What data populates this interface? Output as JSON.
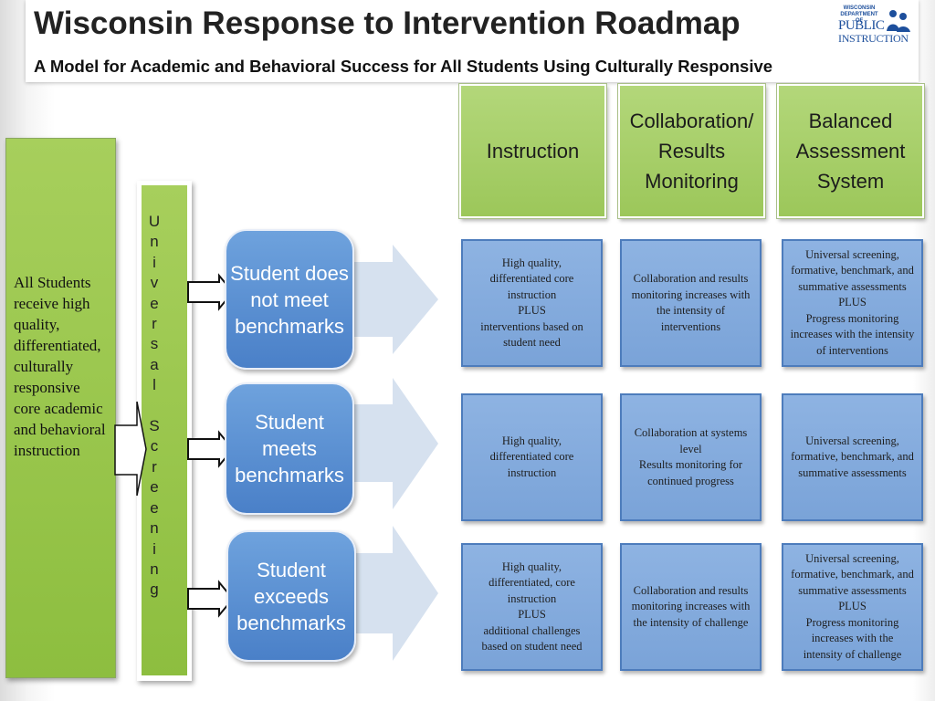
{
  "header": {
    "title": "Wisconsin Response to Intervention Roadmap",
    "subtitle": "A Model for Academic and Behavioral Success for All Students Using Culturally Responsive"
  },
  "logo": {
    "line1": "WISCONSIN",
    "line2": "DEPARTMENT OF",
    "line3": "PUBLIC",
    "line4": "INSTRUCTION"
  },
  "left_panel": {
    "text": "All Students receive high quality, differentiated, culturally responsive core academic and behavioral instruction"
  },
  "screening": {
    "text": "U\nn\ni\nv\ne\nr\ns\na\nl\n\nS\nc\nr\ne\ne\nn\ni\nn\ng"
  },
  "students": [
    "Student does not meet benchmarks",
    "Student meets benchmarks",
    "Student exceeds benchmarks"
  ],
  "columns": [
    "Instruction",
    "Collaboration/ Results Monitoring",
    "Balanced Assessment System"
  ],
  "rows": [
    [
      "High quality,\ndifferentiated core\ninstruction\nPLUS\ninterventions based on\nstudent need",
      "Collaboration and results\nmonitoring increases with\nthe intensity of\ninterventions",
      "Universal screening,\nformative, benchmark, and\nsummative assessments\nPLUS\nProgress monitoring\nincreases with the intensity\nof interventions"
    ],
    [
      "High quality,\ndifferentiated core\ninstruction",
      "Collaboration at systems\nlevel\nResults monitoring for\ncontinued progress",
      "Universal screening,\nformative, benchmark, and\nsummative assessments"
    ],
    [
      "High quality,\ndifferentiated, core\ninstruction\nPLUS\nadditional challenges\nbased on student need",
      "Collaboration and results\nmonitoring increases with\nthe intensity of challenge",
      "Universal screening,\nformative, benchmark, and\nsummative assessments\nPLUS\nProgress monitoring\nincreases with the\nintensity of challenge"
    ]
  ],
  "colors": {
    "green": "#9cc75a",
    "blue": "#5a8fd3",
    "cell_blue": "#8eb3e2"
  }
}
